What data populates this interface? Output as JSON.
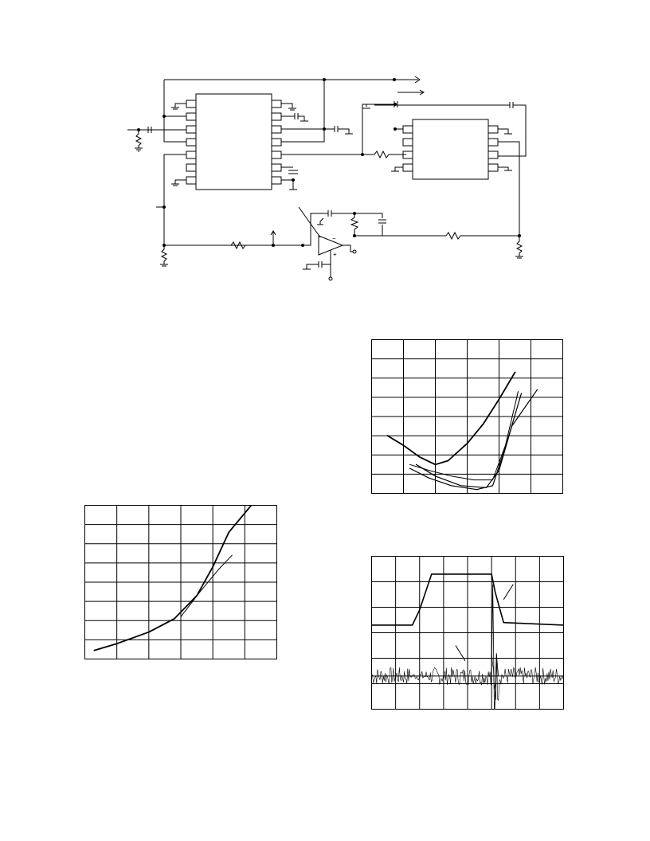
{
  "schematic": {
    "components": [
      "ic-1-14pin",
      "ic-2-8pin",
      "op-amp",
      "resistors",
      "capacitors",
      "grounds"
    ]
  },
  "chart_data": [
    {
      "type": "line",
      "grid": "on",
      "grid_divisions": {
        "x": 6,
        "y": 8
      },
      "xlim": [
        0,
        6
      ],
      "ylim": [
        0,
        8
      ],
      "series": [
        {
          "values": [
            [
              0.5,
              3.0
            ],
            [
              1.0,
              2.5
            ],
            [
              1.5,
              1.9
            ],
            [
              2.0,
              1.5
            ],
            [
              2.4,
              1.7
            ],
            [
              3.0,
              2.6
            ],
            [
              3.5,
              3.6
            ],
            [
              4.0,
              4.9
            ],
            [
              4.5,
              6.3
            ]
          ]
        },
        {
          "values": [
            [
              1.2,
              1.5
            ],
            [
              1.8,
              1.2
            ],
            [
              2.5,
              0.9
            ],
            [
              3.2,
              0.7
            ],
            [
              3.8,
              0.7
            ],
            [
              4.2,
              2.5
            ],
            [
              4.6,
              5.3
            ]
          ]
        },
        {
          "values": [
            [
              1.2,
              1.3
            ],
            [
              1.8,
              0.8
            ],
            [
              2.5,
              0.4
            ],
            [
              3.3,
              0.2
            ],
            [
              3.8,
              0.4
            ],
            [
              4.2,
              2.4
            ],
            [
              4.7,
              5.2
            ]
          ]
        },
        {
          "values": [
            [
              1.4,
              1.5
            ],
            [
              2.0,
              0.9
            ],
            [
              2.8,
              0.4
            ],
            [
              3.6,
              0.3
            ],
            [
              4.0,
              1.2
            ],
            [
              4.4,
              3.5
            ],
            [
              5.2,
              5.4
            ]
          ]
        }
      ]
    },
    {
      "type": "line",
      "grid": "on",
      "grid_divisions": {
        "x": 6,
        "y": 8
      },
      "xlim": [
        0,
        6
      ],
      "ylim": [
        0,
        8
      ],
      "series": [
        {
          "values": [
            [
              0.3,
              0.45
            ],
            [
              1.0,
              0.8
            ],
            [
              2.0,
              1.4
            ],
            [
              2.8,
              2.1
            ],
            [
              3.5,
              3.3
            ],
            [
              4.0,
              4.8
            ],
            [
              4.5,
              6.6
            ],
            [
              5.2,
              8.0
            ]
          ]
        },
        {
          "values": [
            [
              3.0,
              2.2
            ],
            [
              3.6,
              3.5
            ],
            [
              4.2,
              4.7
            ],
            [
              4.6,
              5.4
            ]
          ]
        }
      ]
    },
    {
      "type": "line",
      "grid": "on",
      "grid_divisions": {
        "x": 8,
        "y": 6
      },
      "xlim": [
        0,
        8
      ],
      "ylim": [
        0,
        6
      ],
      "series": [
        {
          "values": [
            [
              0,
              3.3
            ],
            [
              1.7,
              3.3
            ],
            [
              2.0,
              3.9
            ],
            [
              2.5,
              5.3
            ],
            [
              5.0,
              5.3
            ],
            [
              5.15,
              4.6
            ],
            [
              5.5,
              3.4
            ],
            [
              8.0,
              3.3
            ]
          ]
        },
        {
          "values": [
            [
              0,
              1.3
            ],
            [
              8.0,
              1.3
            ]
          ]
        }
      ]
    }
  ]
}
